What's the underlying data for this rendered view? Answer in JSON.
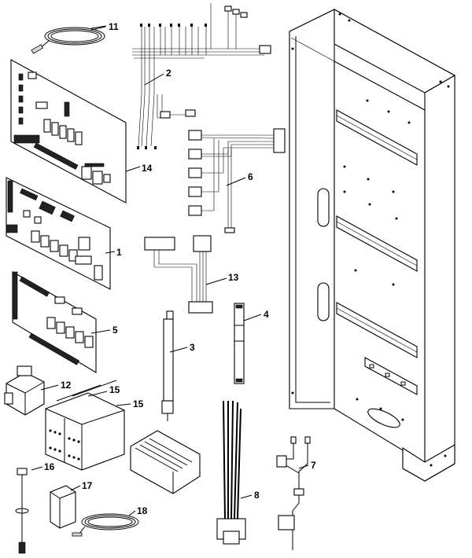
{
  "diagram": {
    "callouts": [
      {
        "id": "c1",
        "text": "1"
      },
      {
        "id": "c2",
        "text": "2"
      },
      {
        "id": "c3",
        "text": "3"
      },
      {
        "id": "c4",
        "text": "4"
      },
      {
        "id": "c5",
        "text": "5"
      },
      {
        "id": "c6",
        "text": "6"
      },
      {
        "id": "c7",
        "text": "7"
      },
      {
        "id": "c8",
        "text": "8"
      },
      {
        "id": "c11",
        "text": "11"
      },
      {
        "id": "c12",
        "text": "12"
      },
      {
        "id": "c13",
        "text": "13"
      },
      {
        "id": "c14",
        "text": "14"
      },
      {
        "id": "c15a",
        "text": "15"
      },
      {
        "id": "c15b",
        "text": "15"
      },
      {
        "id": "c16",
        "text": "16"
      },
      {
        "id": "c17",
        "text": "17"
      },
      {
        "id": "c18",
        "text": "18"
      }
    ]
  }
}
